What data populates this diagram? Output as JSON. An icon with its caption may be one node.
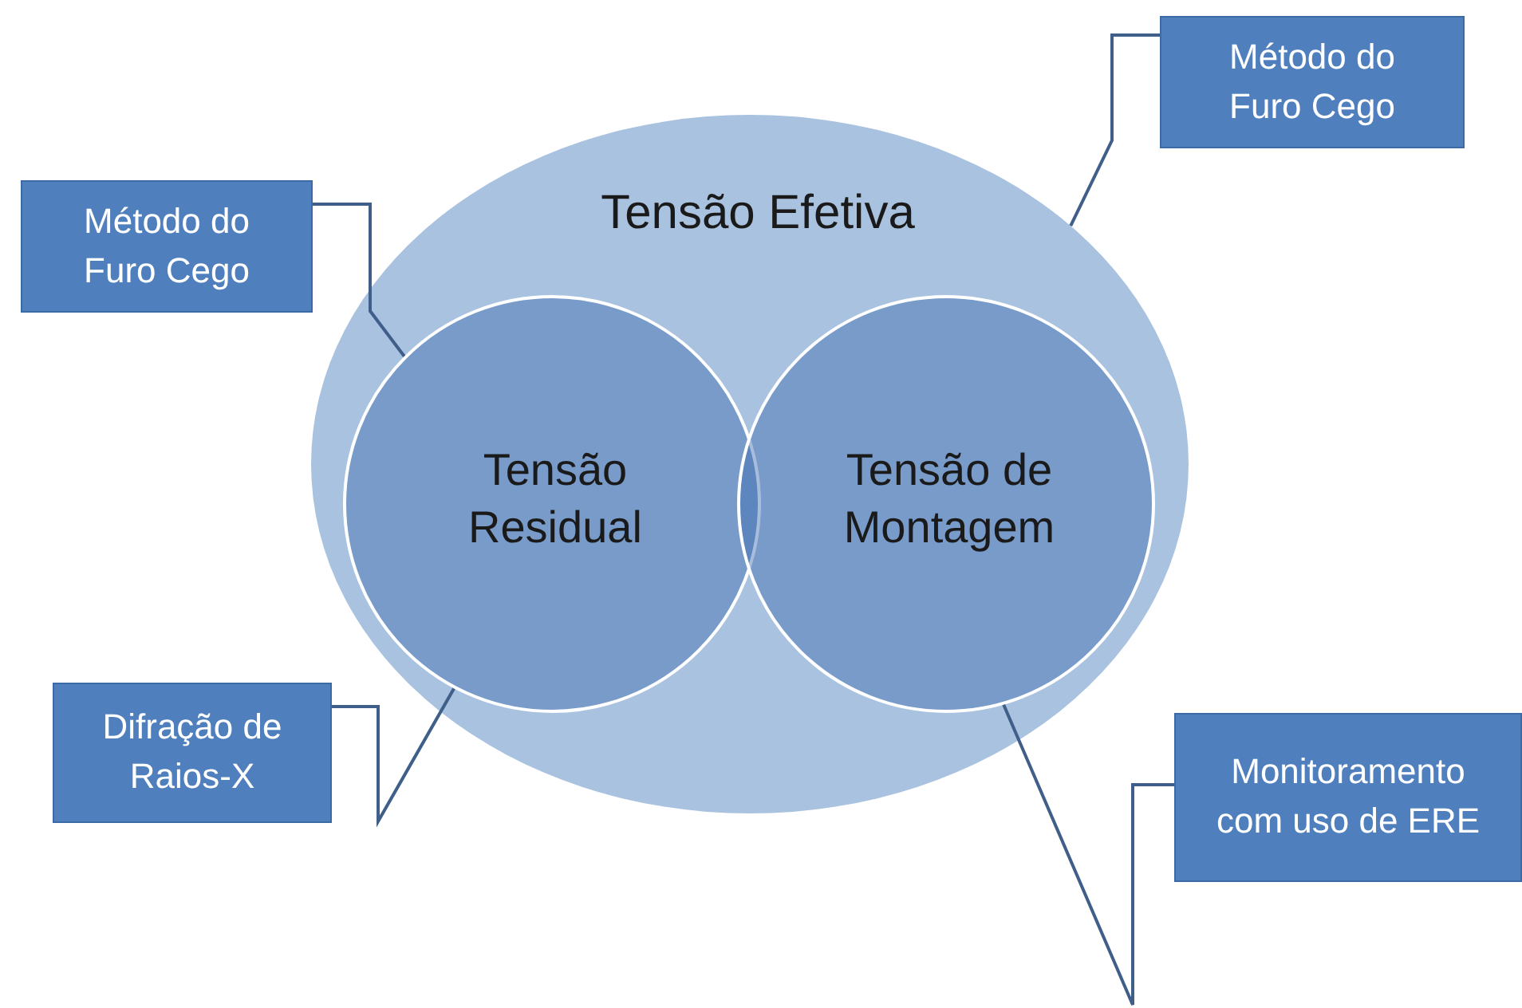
{
  "diagram": {
    "nodes": [
      {
        "text": [
          "Tensão Efetiva"
        ]
      },
      {
        "text": [
          "Tensão Residual"
        ],
        "in": 0
      },
      {
        "text": [
          "Tensão de Montagem"
        ],
        "in": 0
      },
      {
        "text": [
          "Método do Furo Cego"
        ]
      },
      {
        "text": [
          "Método do Furo Cego"
        ]
      },
      {
        "text": [
          "Difração de Raios-X"
        ]
      },
      {
        "text": [
          "Monitoramento com uso de ERE"
        ]
      }
    ],
    "edges": [
      {
        "from": 3,
        "to": 1,
        "arrow": "none"
      },
      {
        "from": 4,
        "to": 0,
        "arrow": "none"
      },
      {
        "from": 5,
        "to": 1,
        "arrow": "none"
      },
      {
        "from": 6,
        "to": 2,
        "arrow": "none"
      }
    ]
  }
}
